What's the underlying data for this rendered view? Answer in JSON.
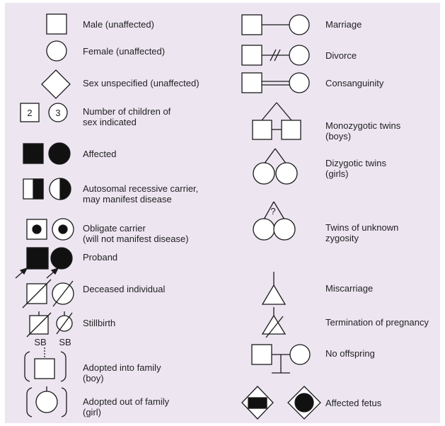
{
  "colors": {
    "panel_background": "#ede6f1",
    "stroke": "#1a1a1a",
    "fill": "#ffffff",
    "affected_fill": "#111111"
  },
  "left_column": {
    "male": {
      "label": "Male (unaffected)",
      "icon": "square-icon"
    },
    "female": {
      "label": "Female (unaffected)",
      "icon": "circle-icon"
    },
    "sex_unspecified": {
      "label": "Sex unspecified (unaffected)",
      "icon": "diamond-icon"
    },
    "number_of_children": {
      "label": "Number of children of\nsex indicated",
      "square_number": "2",
      "circle_number": "3"
    },
    "affected": {
      "label": "Affected"
    },
    "recessive_carrier": {
      "label": "Autosomal recessive carrier,\nmay manifest disease"
    },
    "obligate_carrier": {
      "label": "Obligate carrier\n(will not manifest disease)"
    },
    "proband": {
      "label": "Proband"
    },
    "deceased": {
      "label": "Deceased individual"
    },
    "stillbirth": {
      "label": "Stillbirth",
      "sb_text": "SB"
    },
    "adopted_in": {
      "label": "Adopted into family\n(boy)"
    },
    "adopted_out": {
      "label": "Adopted out of family\n(girl)"
    }
  },
  "right_column": {
    "marriage": {
      "label": "Marriage"
    },
    "divorce": {
      "label": "Divorce"
    },
    "consanguinity": {
      "label": "Consanguinity"
    },
    "monozygotic_twins": {
      "label": "Monozygotic twins\n(boys)"
    },
    "dizygotic_twins": {
      "label": "Dizygotic twins\n(girls)"
    },
    "unknown_zygosity": {
      "label": "Twins of unknown\n zygosity",
      "mark": "?"
    },
    "miscarriage": {
      "label": "Miscarriage"
    },
    "termination": {
      "label": "Termination of pregnancy"
    },
    "no_offspring": {
      "label": "No offspring"
    },
    "affected_fetus": {
      "label": "Affected fetus"
    }
  }
}
